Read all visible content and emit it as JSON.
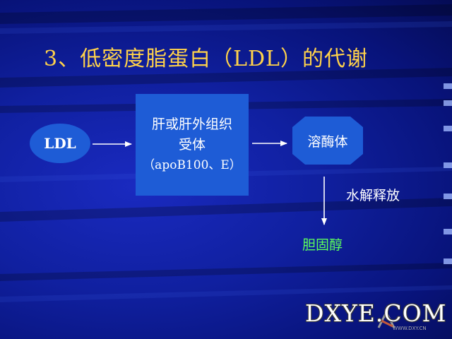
{
  "slide": {
    "title": "3、低密度脂蛋白（LDL）的代谢"
  },
  "diagram": {
    "nodes": {
      "ldl": {
        "label": "LDL",
        "shape": "ellipse"
      },
      "receptor": {
        "line1": "肝或肝外组织",
        "line2": "受体",
        "line3": "（apoB100、E）",
        "shape": "rectangle"
      },
      "lysosome": {
        "label": "溶酶体",
        "shape": "octagon"
      }
    },
    "edges": [
      {
        "from": "ldl",
        "to": "receptor",
        "direction": "right"
      },
      {
        "from": "receptor",
        "to": "lysosome",
        "direction": "right"
      },
      {
        "from": "lysosome",
        "to": "cholesterol",
        "direction": "down"
      }
    ],
    "hydrolysis_label": "水解释放",
    "product_label": "胆固醇"
  },
  "watermark": {
    "text": "DXYE.COM",
    "subtext": "WWW.DXY.CN"
  },
  "colors": {
    "background": "#1020a0",
    "title": "#ffd24a",
    "node_fill": "#1e5cd6",
    "product_text": "#5cff5c",
    "arrow": "#ffffff"
  }
}
